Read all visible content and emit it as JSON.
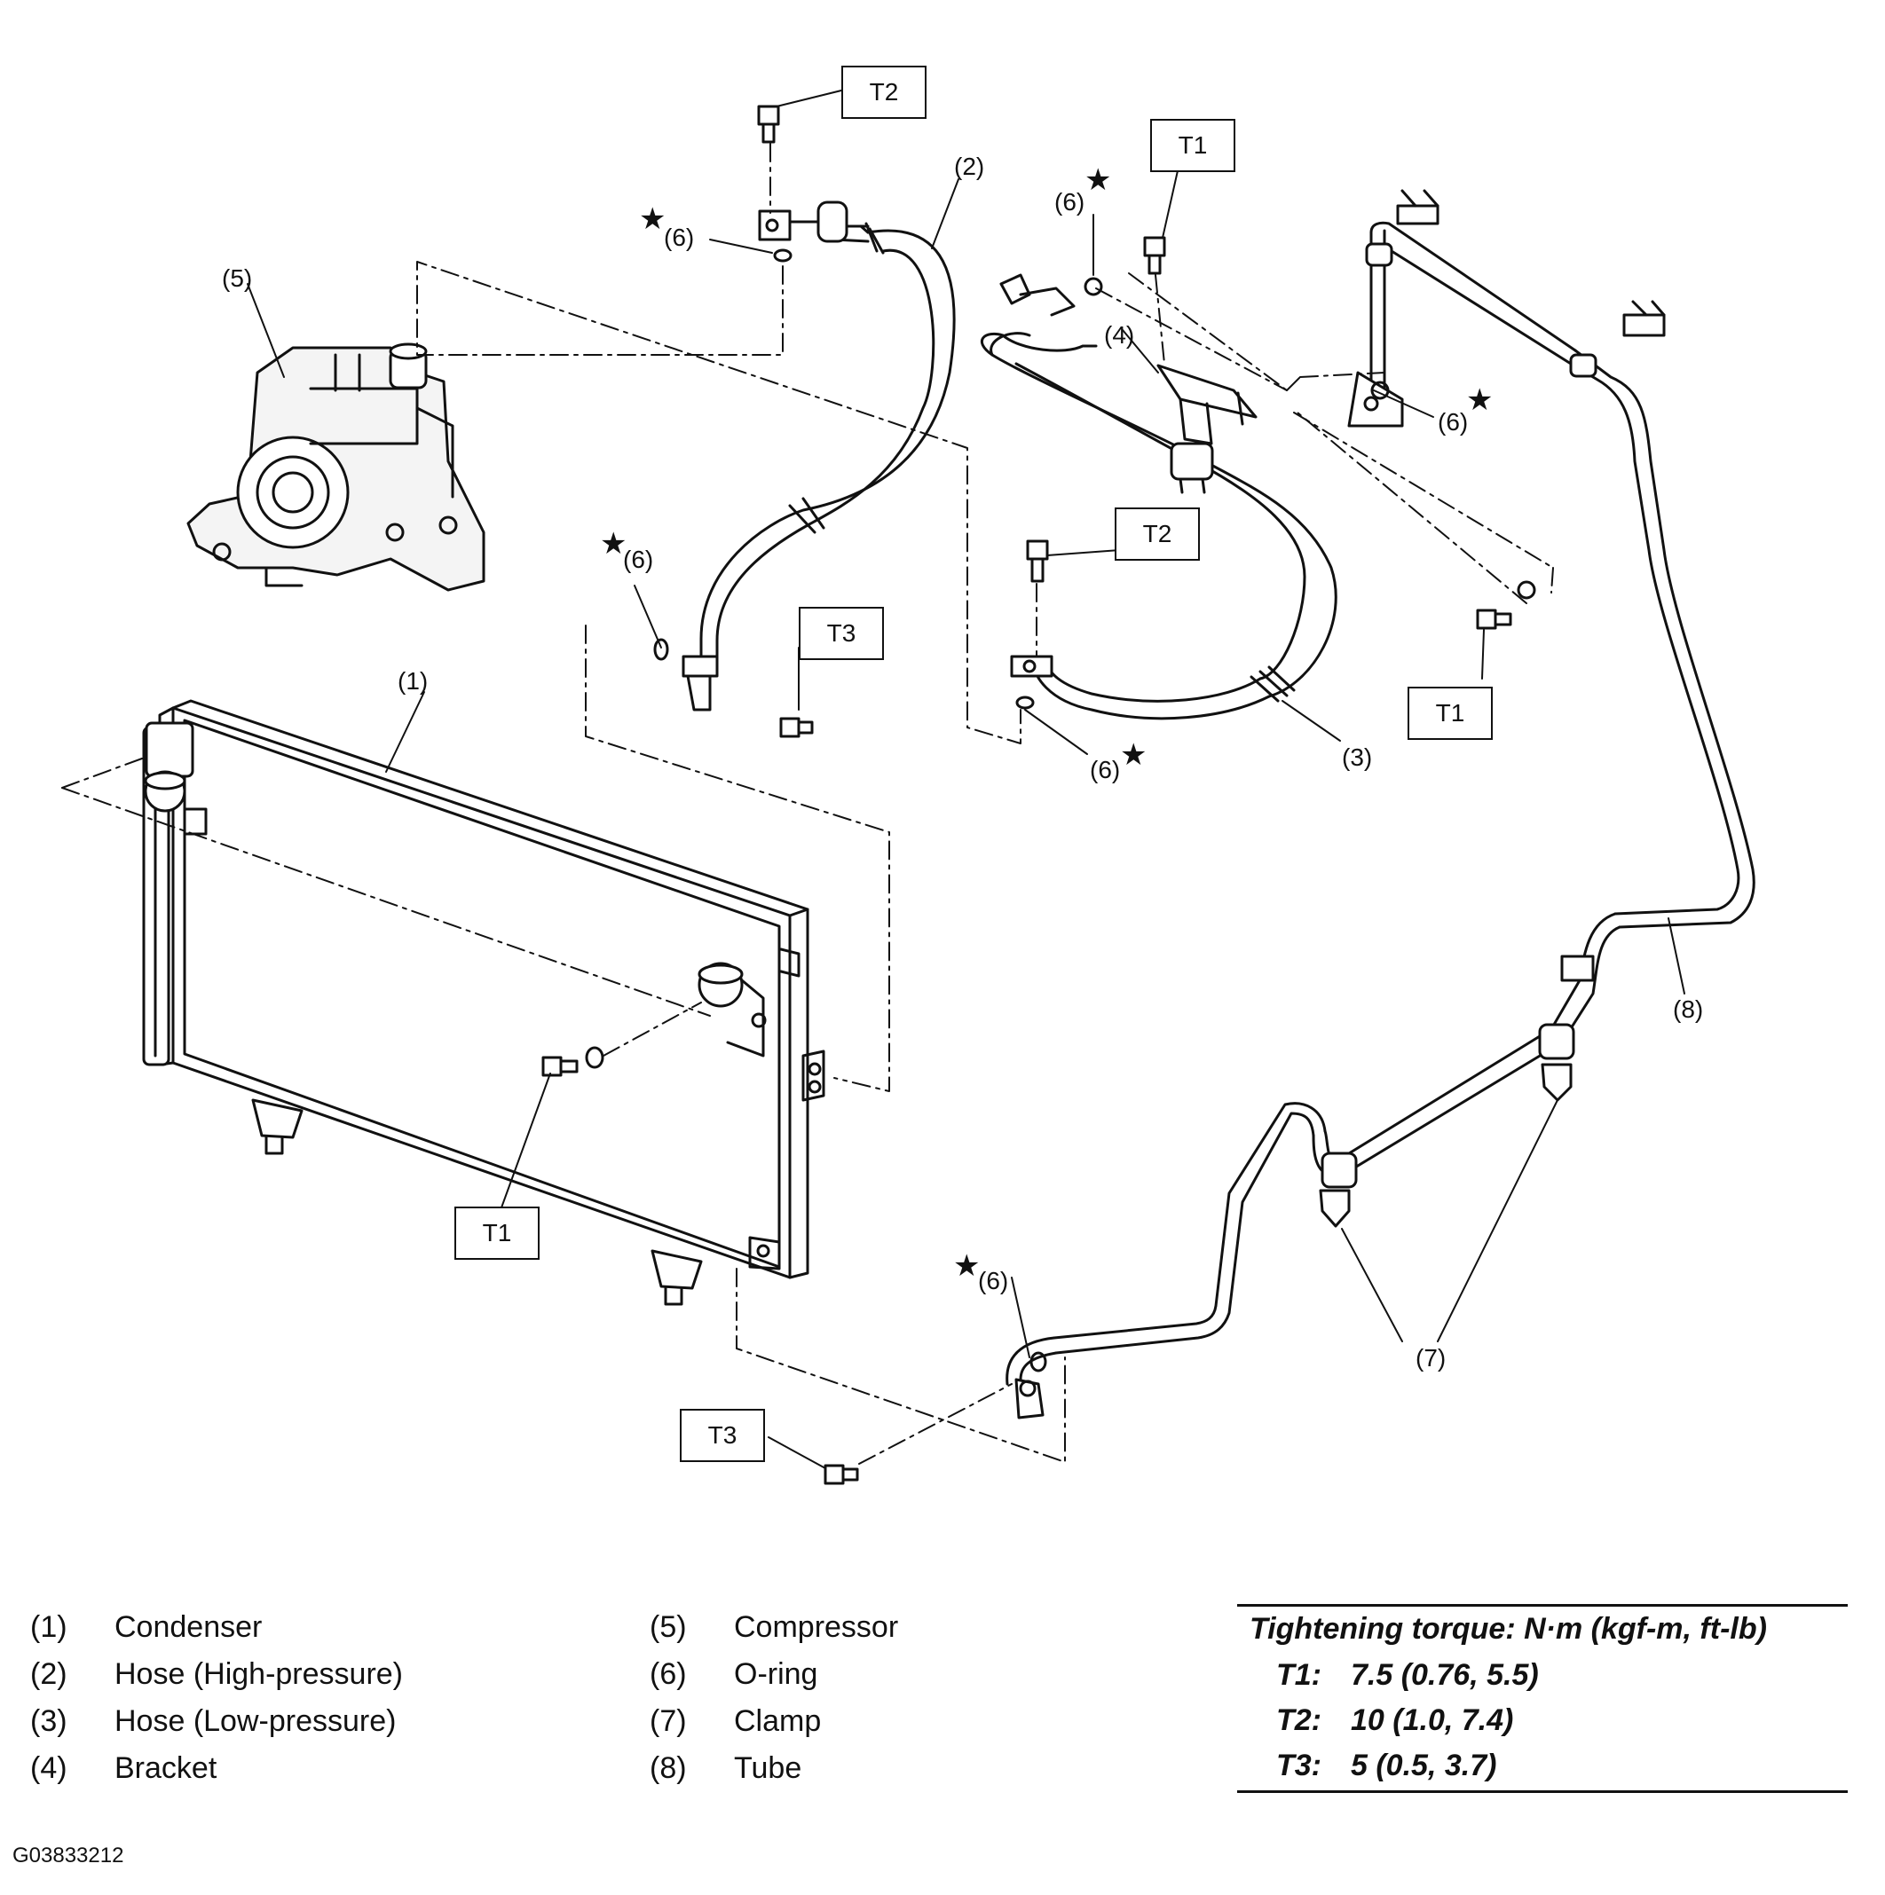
{
  "callouts": {
    "c1": "(1)",
    "c2": "(2)",
    "c3": "(3)",
    "c4": "(4)",
    "c5": "(5)",
    "c6": "(6)",
    "c7": "(7)",
    "c8": "(8)",
    "star": "★",
    "t1": "T1",
    "t2": "T2",
    "t3": "T3"
  },
  "legend": [
    {
      "num": "(1)",
      "name": "Condenser"
    },
    {
      "num": "(2)",
      "name": "Hose (High-pressure)"
    },
    {
      "num": "(3)",
      "name": "Hose (Low-pressure)"
    },
    {
      "num": "(4)",
      "name": "Bracket"
    },
    {
      "num": "(5)",
      "name": "Compressor"
    },
    {
      "num": "(6)",
      "name": "O-ring"
    },
    {
      "num": "(7)",
      "name": "Clamp"
    },
    {
      "num": "(8)",
      "name": "Tube"
    }
  ],
  "torque": {
    "title": "Tightening torque: N·m (kgf-m, ft-lb)",
    "rows": [
      {
        "key": "T1:",
        "value": "7.5 (0.76, 5.5)"
      },
      {
        "key": "T2:",
        "value": "10 (1.0, 7.4)"
      },
      {
        "key": "T3:",
        "value": "5 (0.5, 3.7)"
      }
    ]
  },
  "figure_code": "G03833212"
}
